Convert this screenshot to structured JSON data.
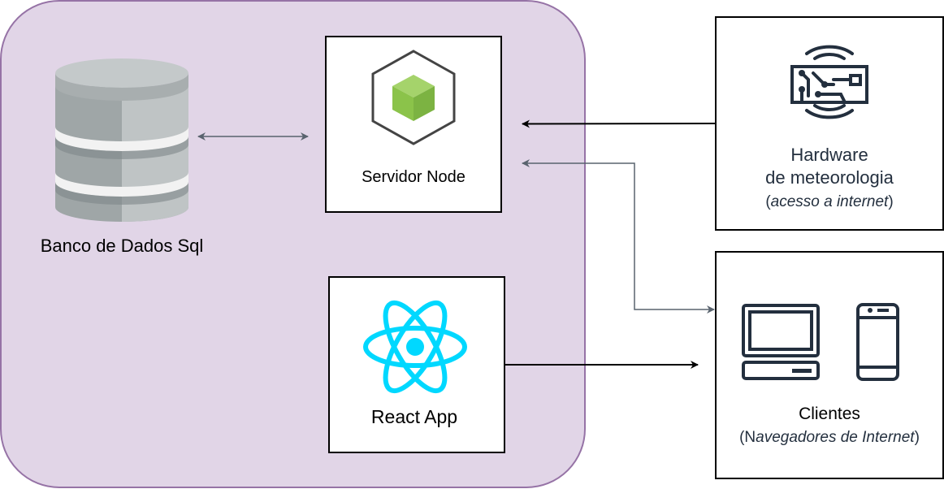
{
  "nodes": {
    "database": {
      "label": "Banco de Dados Sql"
    },
    "node_server": {
      "label": "Servidor Node"
    },
    "react_app": {
      "label": "React App"
    },
    "hardware": {
      "line1": "Hardware",
      "line2": "de meteorologia",
      "note_open": "(",
      "note_text": "acesso a internet",
      "note_close": ")"
    },
    "clients": {
      "title": "Clientes",
      "note_open": "(N",
      "note_text": "avegadores de Internet",
      "note_close": ")"
    }
  },
  "colors": {
    "group_fill": "#e1d5e7",
    "group_stroke": "#9673a6",
    "node_green": "#8bc34a",
    "react_cyan": "#00d8ff",
    "icon_dark": "#232f3e",
    "db_gray": "#9fa6a7",
    "arrow_gray": "#59636e"
  },
  "icons": {
    "database": "database-cylinder-icon",
    "node": "nodejs-cube-icon",
    "react": "react-atom-icon",
    "hardware": "iot-circuit-board-icon",
    "desktop": "desktop-computer-icon",
    "mobile": "mobile-phone-icon"
  }
}
